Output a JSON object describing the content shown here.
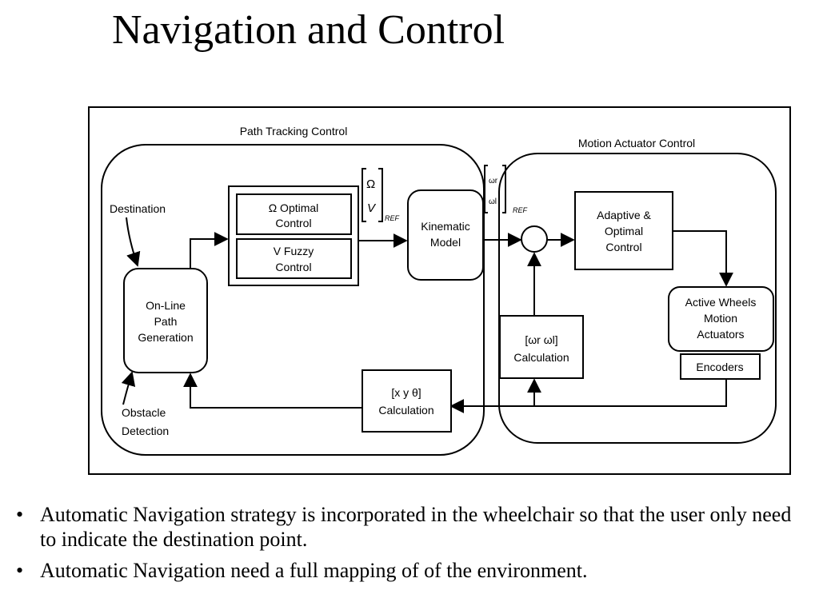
{
  "slide": {
    "title": "Navigation and Control"
  },
  "diagram": {
    "group_path_tracking": "Path Tracking Control",
    "group_motion_actuator": "Motion Actuator Control",
    "destination": "Destination",
    "obstacle": [
      "Obstacle",
      "Detection"
    ],
    "online_path": [
      "On-Line",
      "Path",
      "Generation"
    ],
    "omega_optimal": [
      "Ω Optimal",
      "Control"
    ],
    "v_fuzzy": [
      "V Fuzzy",
      "Control"
    ],
    "vector_ref_top": "Ω",
    "vector_ref_bottom": "V",
    "ref_label": "REF",
    "kinematic": [
      "Kinematic",
      "Model"
    ],
    "wheel_ref_top": "ωr",
    "wheel_ref_bottom": "ωl",
    "adaptive": [
      "Adaptive &",
      "Optimal",
      "Control"
    ],
    "active_wheels": [
      "Active Wheels",
      "Motion",
      "Actuators"
    ],
    "encoders": "Encoders",
    "omega_calc": [
      "[ωr ωl]",
      "Calculation"
    ],
    "xyt_calc": [
      "[x y θ]",
      "Calculation"
    ]
  },
  "bullets": [
    "Automatic Navigation strategy is incorporated in the wheelchair so that the user only need to indicate the destination point.",
    "Automatic Navigation need a full mapping of of the environment."
  ]
}
